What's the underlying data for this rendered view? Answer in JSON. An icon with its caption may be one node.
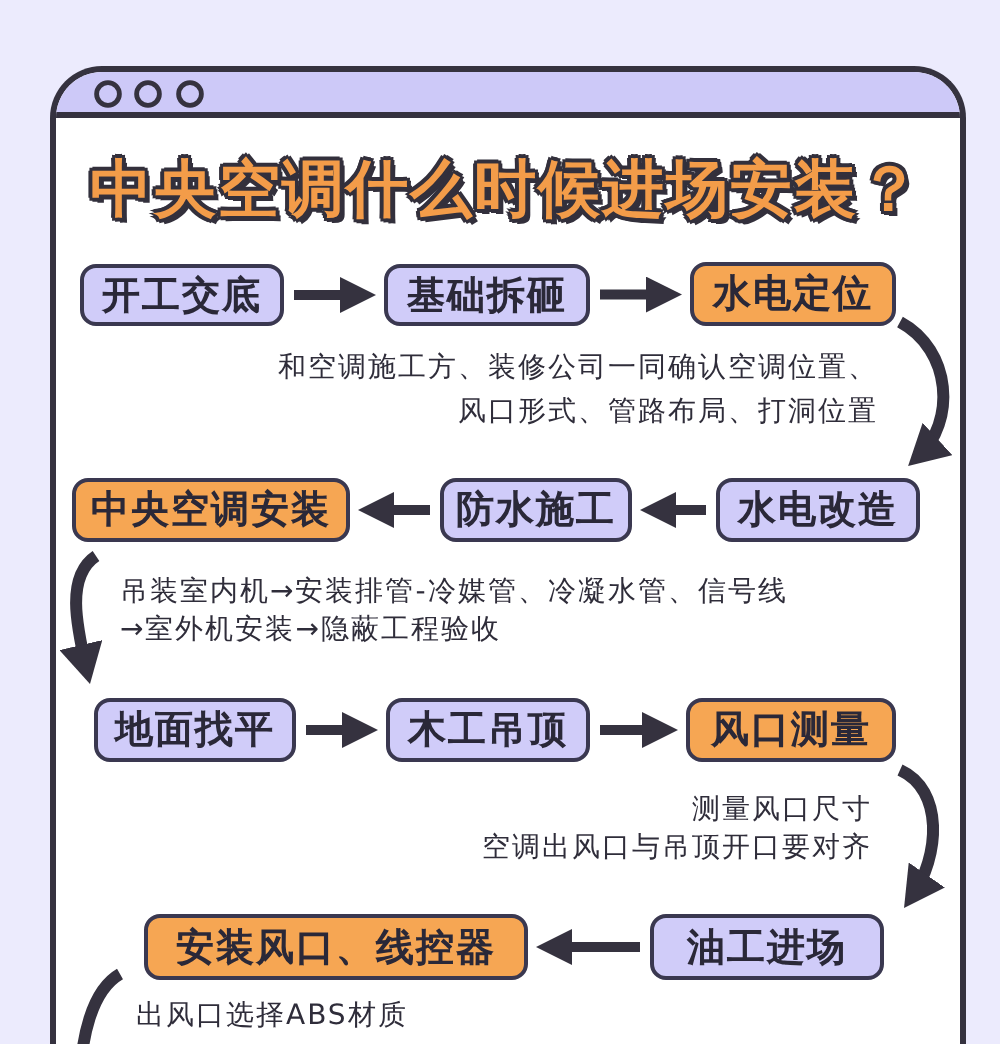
{
  "diagram": {
    "title": "中央空调什么时候进场安装？",
    "nodes": [
      {
        "text": [
          "开工交底"
        ]
      },
      {
        "text": [
          "基础拆砸"
        ]
      },
      {
        "text": [
          "水电定位"
        ],
        "beside": [
          "和空调施工方、装修公司一同确认空调位置、风口形式、管路布局、打洞位置"
        ]
      },
      {
        "text": [
          "水电改造"
        ]
      },
      {
        "text": [
          "防水施工"
        ]
      },
      {
        "text": [
          "中央空调安装"
        ],
        "beside": [
          "吊装室内机→安装排管-冷媒管、冷凝水管、信号线→室外机安装→隐蔽工程验收"
        ]
      },
      {
        "text": [
          "地面找平"
        ]
      },
      {
        "text": [
          "木工吊顶"
        ]
      },
      {
        "text": [
          "风口测量"
        ],
        "beside": [
          "测量风口尺寸",
          "空调出风口与吊顶开口要对齐"
        ]
      },
      {
        "text": [
          "油工进场"
        ]
      },
      {
        "text": [
          "安装风口、线控器"
        ],
        "beside": [
          "出风口选择ABS材质"
        ]
      }
    ],
    "edges": [
      {
        "from": 0,
        "to": 1,
        "arrow": "to"
      },
      {
        "from": 1,
        "to": 2,
        "arrow": "to"
      },
      {
        "from": 2,
        "to": 3,
        "arrow": "to"
      },
      {
        "from": 3,
        "to": 4,
        "arrow": "to"
      },
      {
        "from": 4,
        "to": 5,
        "arrow": "to"
      },
      {
        "from": 5,
        "to": 6,
        "arrow": "to"
      },
      {
        "from": 6,
        "to": 7,
        "arrow": "to"
      },
      {
        "from": 7,
        "to": 8,
        "arrow": "to"
      },
      {
        "from": 8,
        "to": 9,
        "arrow": "to"
      },
      {
        "from": 9,
        "to": 10,
        "arrow": "to"
      },
      {
        "from": 10,
        "to": null,
        "arrow": "none"
      }
    ]
  }
}
